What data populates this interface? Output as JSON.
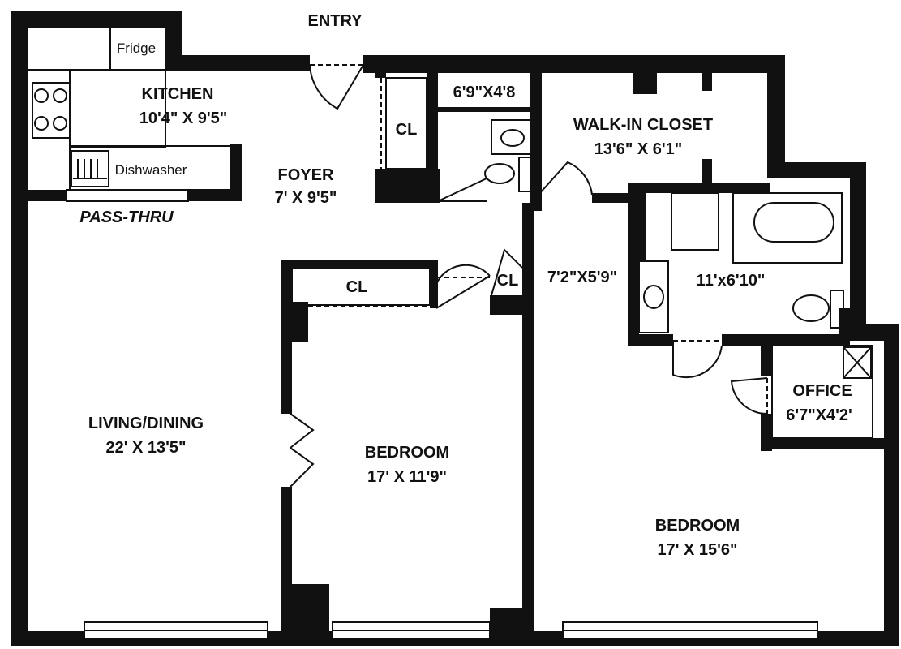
{
  "labels": {
    "entry": "ENTRY",
    "fridge": "Fridge",
    "kitchen_name": "KITCHEN",
    "kitchen_dim": "10'4\" X 9'5\"",
    "dishwasher": "Dishwasher",
    "pass_thru": "PASS-THRU",
    "foyer_name": "FOYER",
    "foyer_dim": "7' X 9'5\"",
    "closet_cl_top": "CL",
    "bath1_dim": "6'9\"X4'8",
    "walkin_name": "WALK-IN CLOSET",
    "walkin_dim": "13'6\" X 6'1\"",
    "closet_cl_bedroom": "CL",
    "closet_cl_hall": "CL",
    "hall_dim": "7'2\"X5'9\"",
    "bath2_dim": "11'x6'10\"",
    "office_name": "OFFICE",
    "office_dim": "6'7\"X4'2'",
    "living_name": "LIVING/DINING",
    "living_dim": "22' X 13'5\"",
    "bedroom1_name": "BEDROOM",
    "bedroom1_dim": "17' X 11'9\"",
    "bedroom2_name": "BEDROOM",
    "bedroom2_dim": "17' X 15'6\""
  }
}
